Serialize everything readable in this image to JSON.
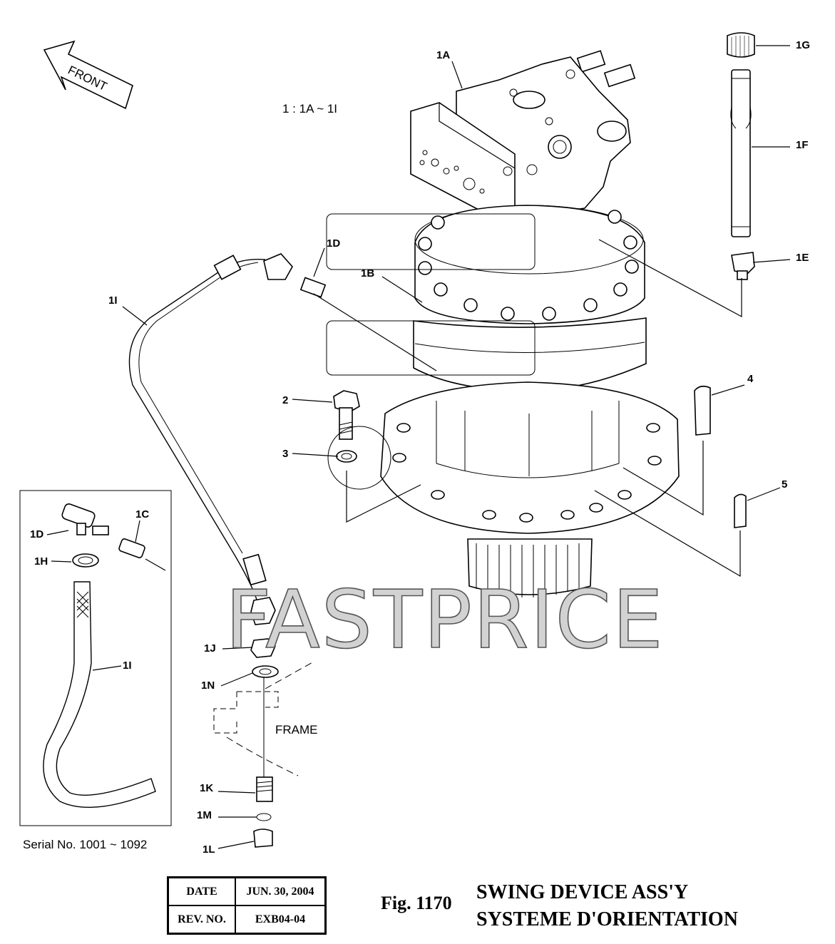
{
  "direction_arrow": {
    "label": "FRONT",
    "icon": "front-arrow-icon"
  },
  "assembly_note": "1 : 1A ~ 1I",
  "part_labels": {
    "p1A": "1A",
    "p1B": "1B",
    "p1D": "1D",
    "p1E": "1E",
    "p1F": "1F",
    "p1G": "1G",
    "p1I": "1I",
    "p2": "2",
    "p3": "3",
    "p4": "4",
    "p5": "5",
    "p1J": "1J",
    "p1N": "1N",
    "p1K": "1K",
    "p1M": "1M",
    "p1L": "1L"
  },
  "frame_label": "FRAME",
  "inset": {
    "labels": {
      "p1D": "1D",
      "p1C": "1C",
      "p1H": "1H",
      "p1I": "1I"
    },
    "serial_note": "Serial No. 1001 ~ 1092"
  },
  "watermark": "FASTPRICE",
  "revision": {
    "date_label": "DATE",
    "date_value": "JUN. 30, 2004",
    "rev_label": "REV. NO.",
    "rev_value": "EXB04-04"
  },
  "figure": {
    "number": "Fig. 1170",
    "title_en": "SWING DEVICE ASS'Y",
    "title_fr": "SYSTEME D'ORIENTATION"
  }
}
